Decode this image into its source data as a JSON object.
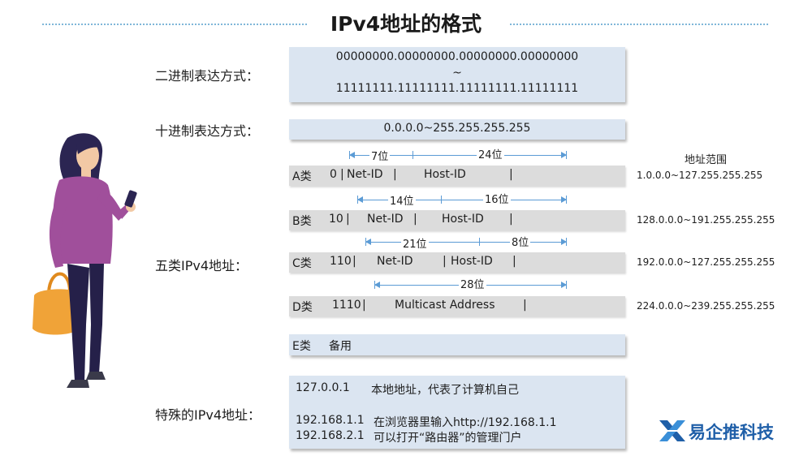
{
  "title": "IPv4地址的格式",
  "labels": {
    "binary": "二进制表达方式：",
    "decimal": "十进制表达方式：",
    "five_classes": "五类IPv4地址：",
    "special": "特殊的IPv4地址："
  },
  "binary": {
    "line1": "00000000.00000000.00000000.00000000",
    "tilde": "~",
    "line2": "11111111.11111111.11111111.11111111"
  },
  "decimal": {
    "value": "0.0.0.0~255.255.255.255"
  },
  "range_header": "地址范围",
  "classes": {
    "A": {
      "name": "A类",
      "prefix": "0",
      "sep1": "|",
      "net": "Net-ID",
      "sep2": "|",
      "host": "Host-ID",
      "sep3": "|",
      "bits1": "7位",
      "bits2": "24位",
      "range": "1.0.0.0~127.255.255.255"
    },
    "B": {
      "name": "B类",
      "prefix": "10",
      "sep1": "|",
      "net": "Net-ID",
      "sep2": "|",
      "host": "Host-ID",
      "sep3": "|",
      "bits1": "14位",
      "bits2": "16位",
      "range": "128.0.0.0~191.255.255.255"
    },
    "C": {
      "name": "C类",
      "prefix": "110",
      "sep1": "|",
      "net": "Net-ID",
      "sep2": "|",
      "host": "Host-ID",
      "sep3": "|",
      "bits1": "21位",
      "bits2": "8位",
      "range": "192.0.0.0~127.255.255.255"
    },
    "D": {
      "name": "D类",
      "prefix": "1110",
      "sep1": "|",
      "net": "Multicast Address",
      "sep2": "|",
      "bits1": "28位",
      "range": "224.0.0.0~239.255.255.255"
    },
    "E": {
      "name": "E类",
      "desc": "备用"
    }
  },
  "special": [
    {
      "addr": "127.0.0.1",
      "desc": "本地地址，代表了计算机自己"
    },
    {
      "addr": "192.168.1.1",
      "desc": "在浏览器里输入http://192.168.1.1"
    },
    {
      "addr": "192.168.2.1",
      "desc": "可以打开“路由器”的管理门户"
    }
  ],
  "logo": {
    "text": "易企推科技",
    "icon": "x-cross-logo-icon"
  },
  "illustration": {
    "icon": "woman-with-phone-and-bag-illustration"
  },
  "colors": {
    "box_fill": "#dbe5f1",
    "band_fill": "#dcdcdc",
    "dimension_line": "#5b9bd5",
    "title_dots": "#7fb6d8",
    "logo_blue": "#1f5fa8"
  }
}
